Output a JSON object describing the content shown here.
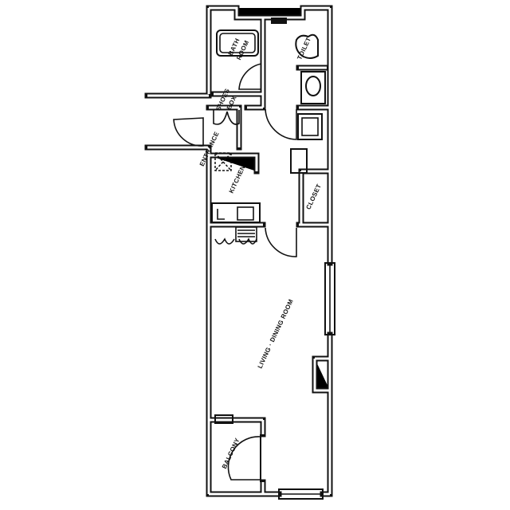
{
  "rooms": {
    "bathroom": "BATH ROOM",
    "bathroom_line1": "BATH",
    "bathroom_line2": "ROOM",
    "toilet": "TOILET",
    "shoes_box_line1": "SHOES",
    "shoes_box_line2": "BOX",
    "entrance": "ENTRANCE",
    "kitchen": "KITCHEN",
    "closet": "CLOSET",
    "living_dining": "LIVING · DINING ROOM",
    "balcony": "BALCONY"
  },
  "colors": {
    "ink": "#111111",
    "background": "#ffffff"
  }
}
